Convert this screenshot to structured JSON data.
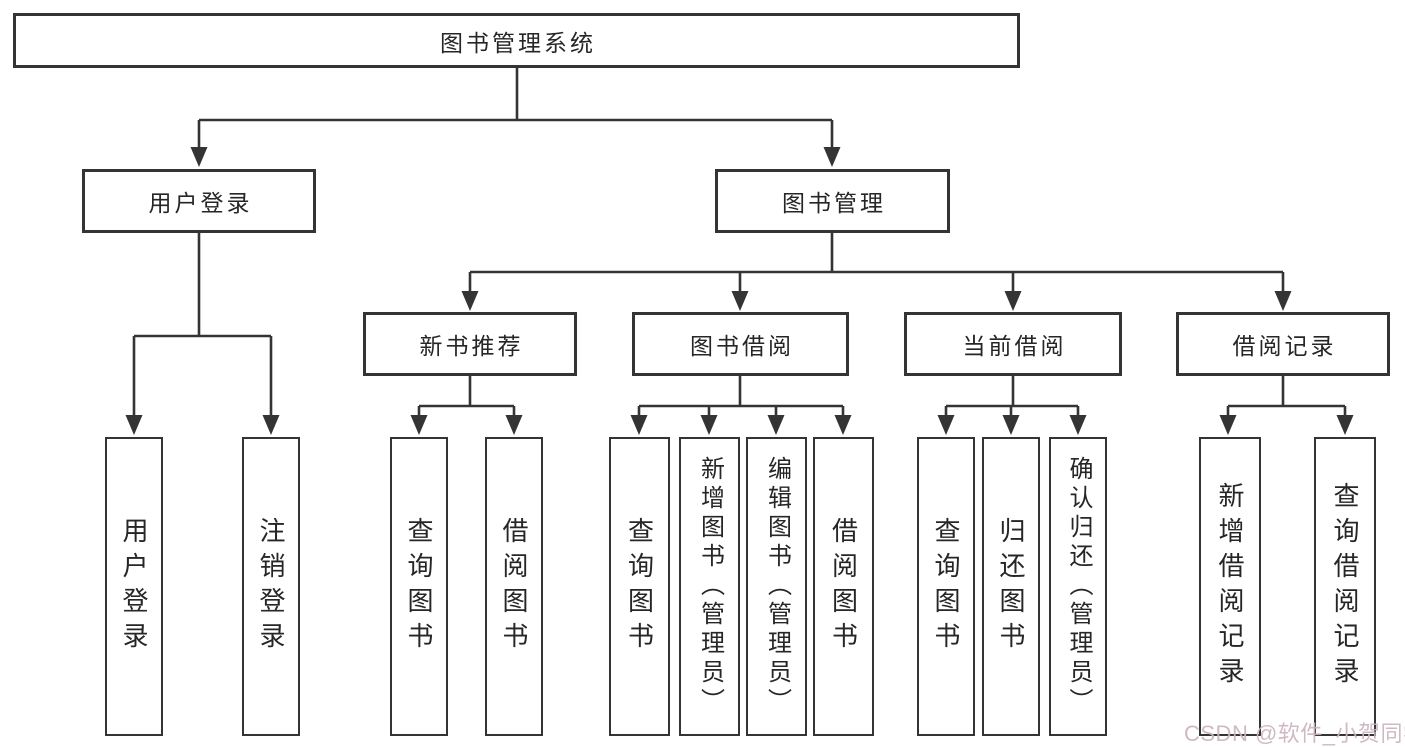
{
  "title": "图书管理系统",
  "diagram": {
    "root": {
      "label": "图书管理系统"
    },
    "branches": [
      {
        "label": "用户登录",
        "children": [
          {
            "label": "用户登录"
          },
          {
            "label": "注销登录"
          }
        ]
      },
      {
        "label": "图书管理",
        "children": [
          {
            "label": "新书推荐",
            "children": [
              {
                "label": "查询图书"
              },
              {
                "label": "借阅图书"
              }
            ]
          },
          {
            "label": "图书借阅",
            "children": [
              {
                "label": "查询图书"
              },
              {
                "label": "新增图书（管理员）"
              },
              {
                "label": "编辑图书（管理员）"
              },
              {
                "label": "借阅图书"
              }
            ]
          },
          {
            "label": "当前借阅",
            "children": [
              {
                "label": "查询图书"
              },
              {
                "label": "归还图书"
              },
              {
                "label": "确认归还（管理员）"
              }
            ]
          },
          {
            "label": "借阅记录",
            "children": [
              {
                "label": "新增借阅记录"
              },
              {
                "label": "查询借阅记录"
              }
            ]
          }
        ]
      }
    ]
  },
  "watermark": {
    "text": "CSDN @软件_小贺同学"
  },
  "colors": {
    "line": "#343434",
    "text": "#262626",
    "background": "#ffffff",
    "watermark": "#cbb4bf"
  }
}
